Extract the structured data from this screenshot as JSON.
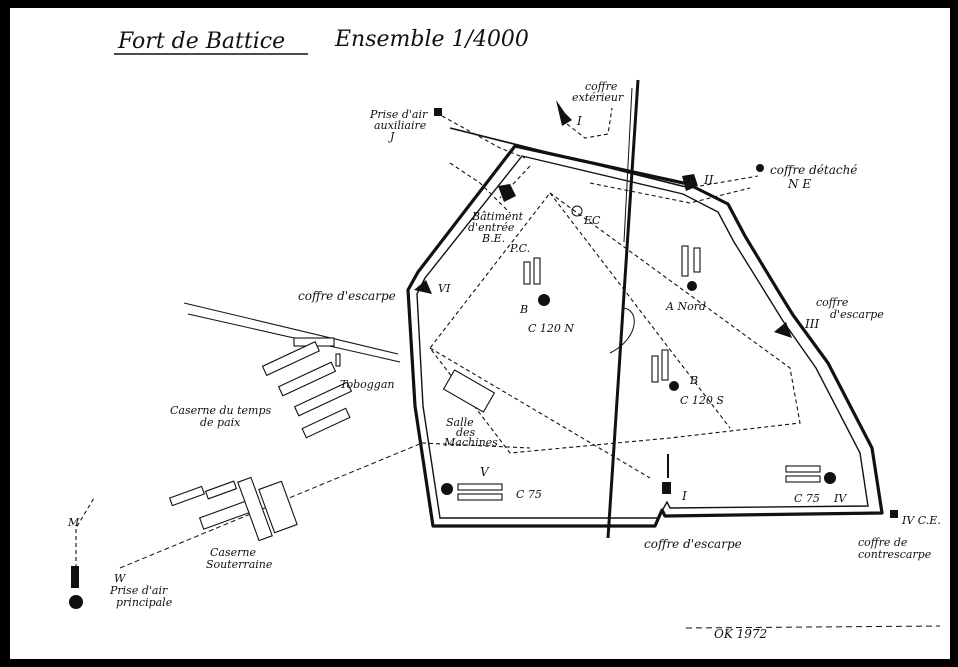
{
  "title": {
    "name": "Fort de Battice",
    "scale": "Ensemble 1/4000"
  },
  "labels": {
    "prise_air_aux_1": "Prise d'air",
    "prise_air_aux_2": "auxiliaire",
    "prise_air_aux_num": "J",
    "coffre_ext_1": "coffre",
    "coffre_ext_2": "extérieur",
    "coffre_ext_num": "I",
    "coffre_detache": "coffre détaché",
    "coffre_detache_code": "N E",
    "bloc_ii_top": "II",
    "batiment_1": "Bâtiment",
    "batiment_2": "d'entrée",
    "batiment_3": "B.E.",
    "pc": "P.C.",
    "ec": "EC",
    "coffre_escarpe_left": "coffre d'escarpe",
    "bloc_vi": "VI",
    "b3": "B",
    "c120n": "C 120 N",
    "anord": "A Nord",
    "coffre_escarpe_right_1": "coffre",
    "coffre_escarpe_right_2": "d'escarpe",
    "bloc_iii": "III",
    "b3b": "B",
    "c120s": "C 120 S",
    "toboggan": "Toboggan",
    "caserne_paix_1": "Caserne du temps",
    "caserne_paix_2": "de paix",
    "salle_1": "Salle",
    "salle_2": "des",
    "salle_3": "Machines",
    "bloc_v": "V",
    "c75": "C 75",
    "bloc_i": "I",
    "c75b": "C 75",
    "bloc_iv": "IV",
    "coffre_escarpe_bottom": "coffre d'escarpe",
    "coffre_contre_1": "coffre de",
    "coffre_contre_2": "contrescarpe",
    "ce": "IV C.E.",
    "caserne_sout_1": "Caserne",
    "caserne_sout_2": "Souterraine",
    "prise_principale_1": "W",
    "prise_principale_2": "Prise d'air",
    "prise_principale_3": "principale",
    "m": "M",
    "signature": "OK 1972"
  }
}
